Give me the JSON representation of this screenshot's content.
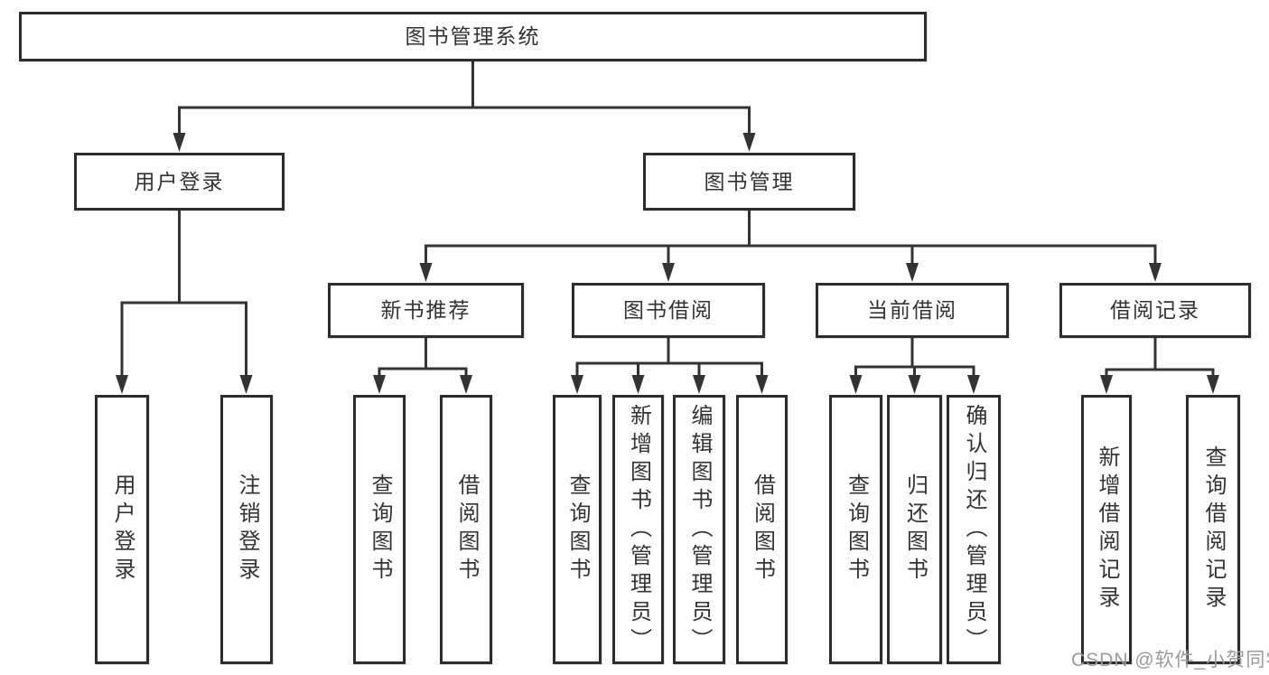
{
  "diagram": {
    "root": {
      "label": "图书管理系统"
    },
    "level2": [
      {
        "label": "用户登录"
      },
      {
        "label": "图书管理"
      }
    ],
    "level3": [
      {
        "label": "新书推荐"
      },
      {
        "label": "图书借阅"
      },
      {
        "label": "当前借阅"
      },
      {
        "label": "借阅记录"
      }
    ],
    "leaves_user_login": [
      {
        "label": "用户登录"
      },
      {
        "label": "注销登录"
      }
    ],
    "leaves_new_book": [
      {
        "label": "查询图书"
      },
      {
        "label": "借阅图书"
      }
    ],
    "leaves_book_borrow": [
      {
        "label": "查询图书"
      },
      {
        "label": "新增图书（管理员）"
      },
      {
        "label": "编辑图书（管理员）"
      },
      {
        "label": "借阅图书"
      }
    ],
    "leaves_current_borrow": [
      {
        "label": "查询图书"
      },
      {
        "label": "归还图书"
      },
      {
        "label": "确认归还（管理员）"
      }
    ],
    "leaves_borrow_record": [
      {
        "label": "新增借阅记录"
      },
      {
        "label": "查询借阅记录"
      }
    ],
    "watermark": "CSDN @软件_小贺同学",
    "colors": {
      "line": "#333333",
      "box_border": "#2d2d2d",
      "text": "#333333",
      "watermark": "#9b9b9b",
      "background": "#ffffff"
    }
  }
}
